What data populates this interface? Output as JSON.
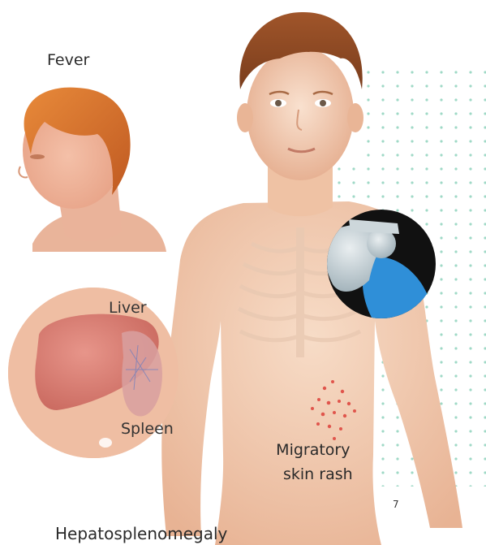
{
  "labels": {
    "fever": "Fever",
    "liver": "Liver",
    "spleen": "Spleen",
    "rash_line1": "Migratory",
    "rash_line2": "skin rash",
    "hepatosplenomegaly": "Hepatosplenomegaly"
  },
  "page_number": "7",
  "colors": {
    "skin": "#f3cdb3",
    "hair": "#b8652e",
    "fever_hair": "#d9792f",
    "dots": "#9fd9c6",
    "liver": "#d98479",
    "joint_bg": "#111111",
    "joint_blue": "#2f8fd8",
    "rash": "#e0554c"
  }
}
